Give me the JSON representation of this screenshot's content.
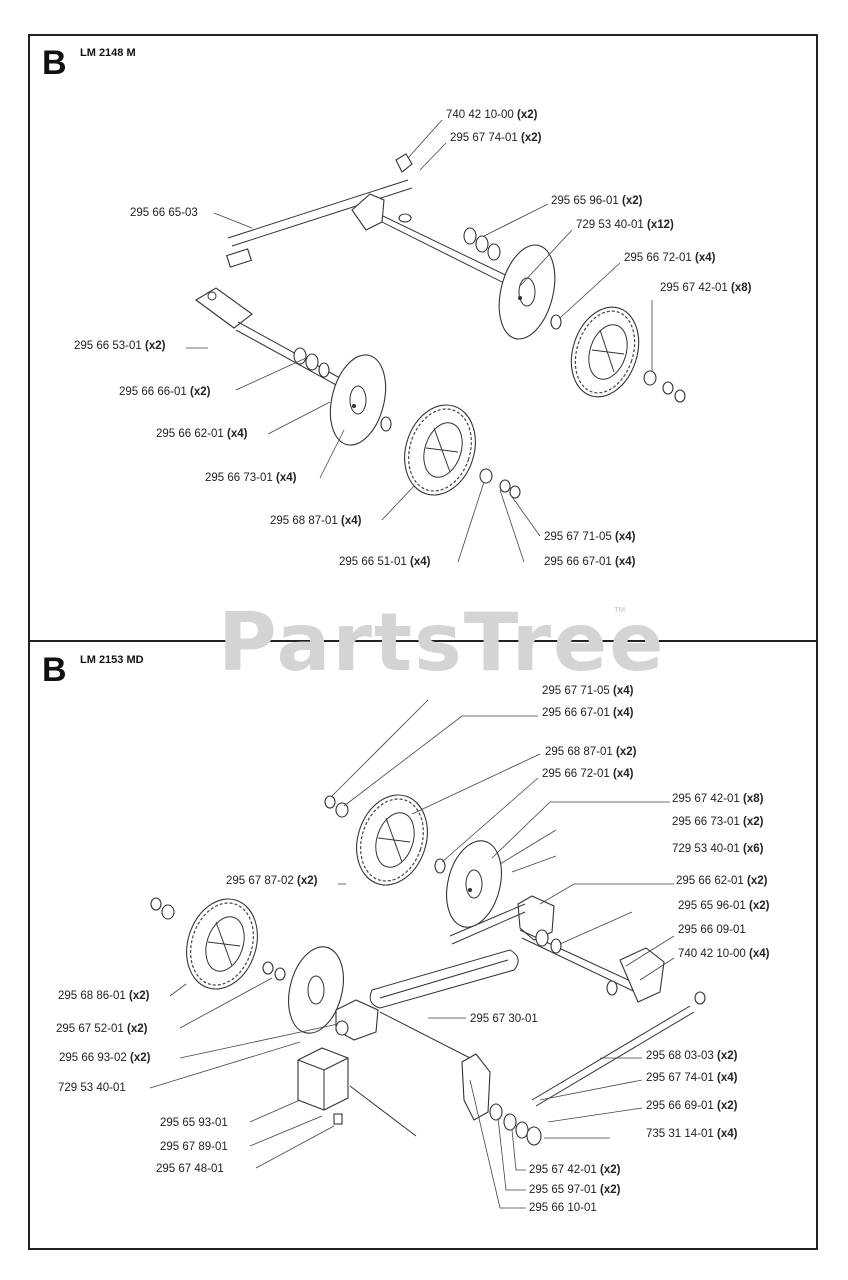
{
  "watermark": {
    "text": "PartsTree",
    "tm": "™"
  },
  "sections": [
    {
      "letter": "B",
      "model": "LM 2148 M",
      "labels": [
        {
          "part": "740 42 10-00",
          "qty": "(x2)"
        },
        {
          "part": "295 67 74-01",
          "qty": "(x2)"
        },
        {
          "part": "295 66 65-03",
          "qty": ""
        },
        {
          "part": "295 65 96-01",
          "qty": "(x2)"
        },
        {
          "part": "729 53 40-01",
          "qty": "(x12)"
        },
        {
          "part": "295 66 72-01",
          "qty": "(x4)"
        },
        {
          "part": "295 67 42-01",
          "qty": "(x8)"
        },
        {
          "part": "295 66 53-01",
          "qty": "(x2)"
        },
        {
          "part": "295 66 66-01",
          "qty": "(x2)"
        },
        {
          "part": "295 66 62-01",
          "qty": "(x4)"
        },
        {
          "part": "295 66 73-01",
          "qty": "(x4)"
        },
        {
          "part": "295 68 87-01",
          "qty": "(x4)"
        },
        {
          "part": "295 67 71-05",
          "qty": "(x4)"
        },
        {
          "part": "295 66 51-01",
          "qty": "(x4)"
        },
        {
          "part": "295 66 67-01",
          "qty": "(x4)"
        }
      ]
    },
    {
      "letter": "B",
      "model": "LM 2153 MD",
      "labels": [
        {
          "part": "295 67 71-05",
          "qty": "(x4)"
        },
        {
          "part": "295 66 67-01",
          "qty": "(x4)"
        },
        {
          "part": "295 68 87-01",
          "qty": "(x2)"
        },
        {
          "part": "295 66 72-01",
          "qty": "(x4)"
        },
        {
          "part": "295 67 42-01",
          "qty": "(x8)"
        },
        {
          "part": "295 66 73-01",
          "qty": "(x2)"
        },
        {
          "part": "729 53 40-01",
          "qty": "(x6)"
        },
        {
          "part": "295 67 87-02",
          "qty": "(x2)"
        },
        {
          "part": "295 66 62-01",
          "qty": "(x2)"
        },
        {
          "part": "295 65 96-01",
          "qty": "(x2)"
        },
        {
          "part": "295 66 09-01",
          "qty": ""
        },
        {
          "part": "740 42 10-00",
          "qty": "(x4)"
        },
        {
          "part": "295 68 86-01",
          "qty": "(x2)"
        },
        {
          "part": "295 67 52-01",
          "qty": "(x2)"
        },
        {
          "part": "295 67 30-01",
          "qty": ""
        },
        {
          "part": "295 66 93-02",
          "qty": "(x2)"
        },
        {
          "part": "729 53 40-01",
          "qty": ""
        },
        {
          "part": "295 68 03-03",
          "qty": "(x2)"
        },
        {
          "part": "295 67 74-01",
          "qty": "(x4)"
        },
        {
          "part": "295 65 93-01",
          "qty": ""
        },
        {
          "part": "295 66 69-01",
          "qty": "(x2)"
        },
        {
          "part": "295 67 89-01",
          "qty": ""
        },
        {
          "part": "735 31 14-01",
          "qty": "(x4)"
        },
        {
          "part": "295 67 48-01",
          "qty": ""
        },
        {
          "part": "295 67 42-01",
          "qty": "(x2)"
        },
        {
          "part": "295 65 97-01",
          "qty": "(x2)"
        },
        {
          "part": "295 66 10-01",
          "qty": ""
        }
      ]
    }
  ]
}
